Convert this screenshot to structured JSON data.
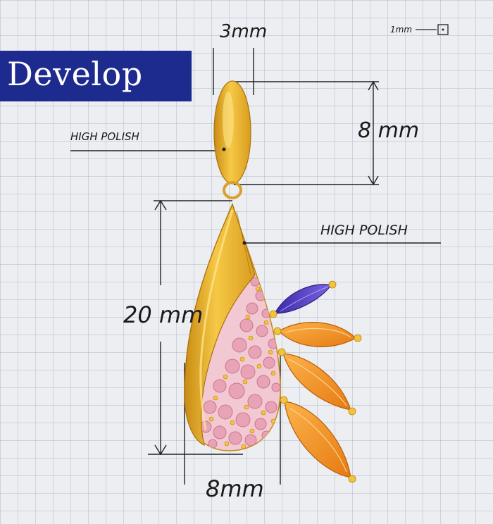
{
  "banner": {
    "title": "Develop"
  },
  "scale": {
    "label": "1mm"
  },
  "dimensions": {
    "bail_width": "3mm",
    "bail_height": "8 mm",
    "drop_height": "20 mm",
    "drop_width": "8mm"
  },
  "notes": {
    "bail_finish": "HIGH POLISH",
    "drop_finish": "HIGH POLISH"
  },
  "colors": {
    "gold": "#f2b935",
    "gold_dark": "#c88a12",
    "pink_stone": "#e9a3b6",
    "amethyst": "#5b3fc2",
    "citrine": "#f5952a",
    "banner": "#1d2a8e"
  }
}
